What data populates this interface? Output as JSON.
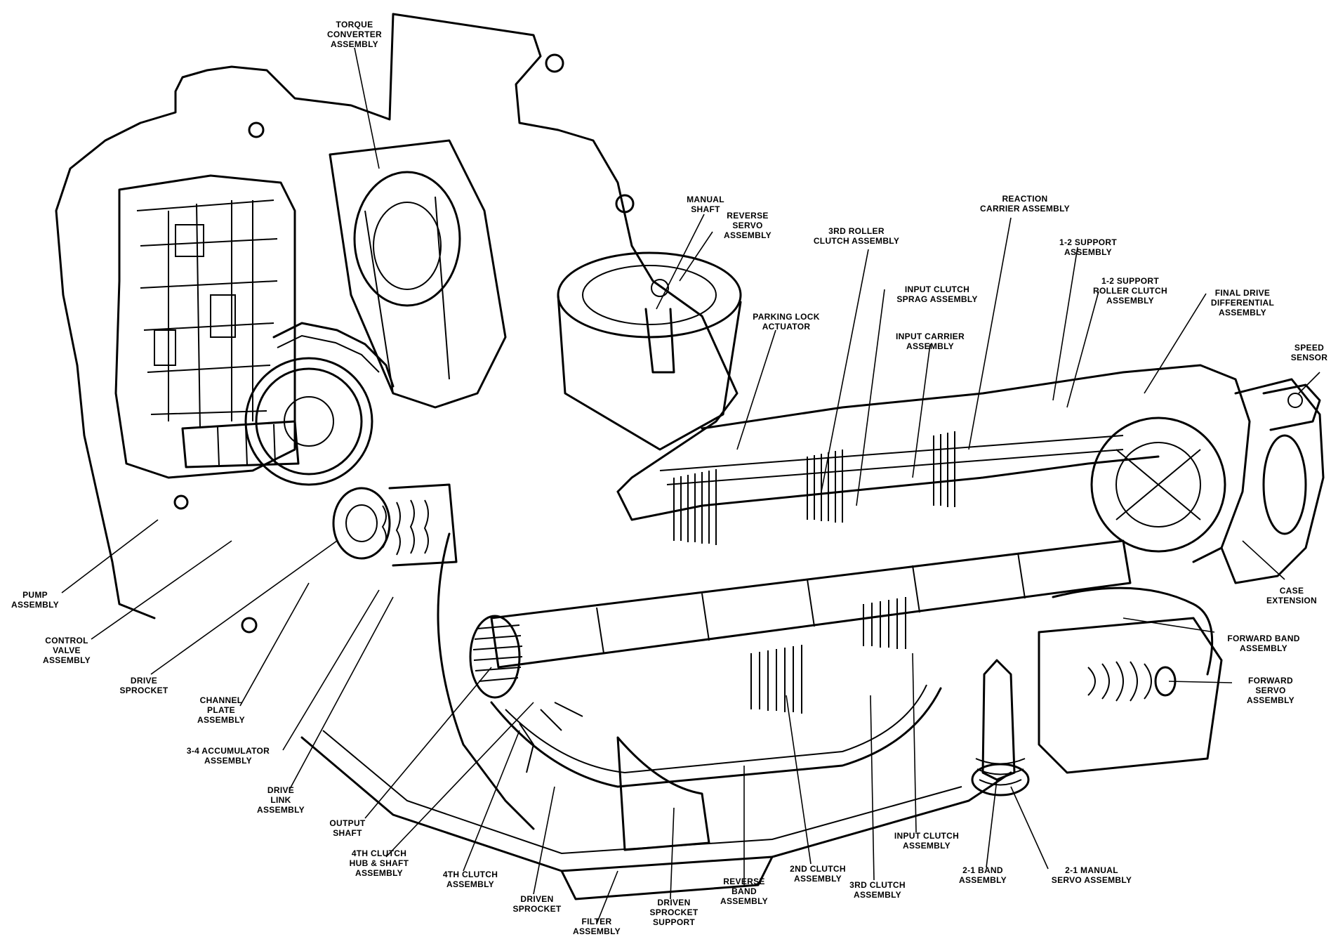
{
  "labels": {
    "torque_converter": "TORQUE\nCONVERTER\nASSEMBLY",
    "manual_shaft": "MANUAL\nSHAFT",
    "reverse_servo": "REVERSE\nSERVO\nASSEMBLY",
    "third_roller_clutch": "3RD ROLLER\nCLUTCH ASSEMBLY",
    "reaction_carrier": "REACTION\nCARRIER ASSEMBLY",
    "one_two_support": "1-2 SUPPORT\nASSEMBLY",
    "input_clutch_sprag": "INPUT CLUTCH\nSPRAG ASSEMBLY",
    "one_two_support_roller": "1-2 SUPPORT\nROLLER CLUTCH\nASSEMBLY",
    "final_drive": "FINAL DRIVE\nDIFFERENTIAL\nASSEMBLY",
    "parking_lock": "PARKING LOCK\nACTUATOR",
    "input_carrier": "INPUT CARRIER\nASSEMBLY",
    "speed_sensor": "SPEED\nSENSOR",
    "pump": "PUMP\nASSEMBLY",
    "control_valve": "CONTROL\nVALVE\nASSEMBLY",
    "case_extension": "CASE\nEXTENSION",
    "forward_band": "FORWARD BAND\nASSEMBLY",
    "drive_sprocket": "DRIVE\nSPROCKET",
    "forward_servo": "FORWARD\nSERVO\nASSEMBLY",
    "channel_plate": "CHANNEL\nPLATE\nASSEMBLY",
    "accumulator": "3-4 ACCUMULATOR\nASSEMBLY",
    "drive_link": "DRIVE\nLINK\nASSEMBLY",
    "output_shaft": "OUTPUT\nSHAFT",
    "input_clutch": "INPUT CLUTCH\nASSEMBLY",
    "second_clutch": "2ND CLUTCH\nASSEMBLY",
    "two_one_band": "2-1 BAND\nASSEMBLY",
    "two_one_manual_servo": "2-1 MANUAL\nSERVO ASSEMBLY",
    "fourth_clutch_hub": "4TH CLUTCH\nHUB & SHAFT\nASSEMBLY",
    "fourth_clutch": "4TH CLUTCH\nASSEMBLY",
    "reverse_band": "REVERSE\nBAND\nASSEMBLY",
    "third_clutch": "3RD CLUTCH\nASSEMBLY",
    "driven_sprocket": "DRIVEN\nSPROCKET",
    "driven_sprocket_support": "DRIVEN\nSPROCKET\nSUPPORT",
    "filter": "FILTER\nASSEMBLY"
  },
  "colors": {
    "ink": "#000000",
    "paper": "#ffffff"
  }
}
